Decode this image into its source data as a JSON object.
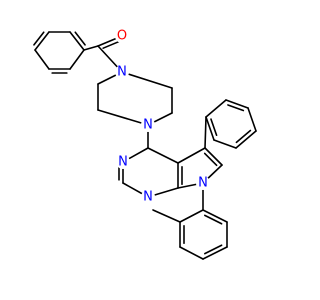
{
  "molecule": {
    "background": "#ffffff",
    "bond_color": "#000000",
    "element_colors": {
      "O": "#ff0000",
      "N": "#0000ff"
    },
    "atoms": [
      {
        "id": "O1",
        "element": "O",
        "label": "O"
      },
      {
        "id": "N1",
        "element": "N",
        "label": "N"
      },
      {
        "id": "N2",
        "element": "N",
        "label": "N"
      },
      {
        "id": "N3",
        "element": "N",
        "label": "N"
      },
      {
        "id": "N4",
        "element": "N",
        "label": "N"
      },
      {
        "id": "N5",
        "element": "N",
        "label": "N"
      }
    ]
  }
}
